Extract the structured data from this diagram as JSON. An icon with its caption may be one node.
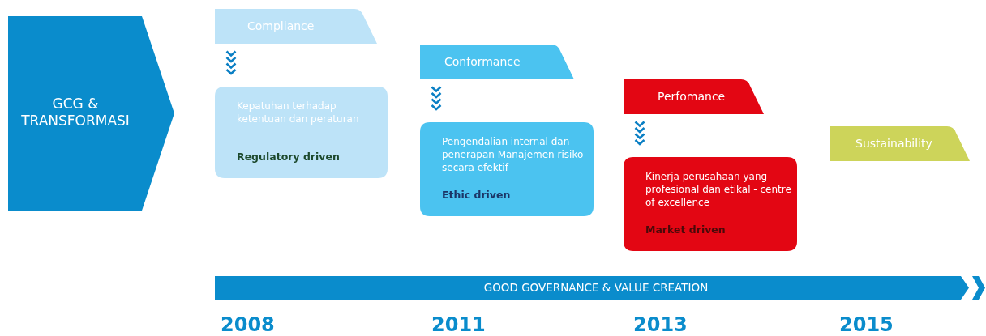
{
  "diagram": {
    "nodes": [
      {
        "text": [
          "GCG & TRANSFORMASI"
        ]
      },
      {
        "text": [
          "Compliance"
        ]
      },
      {
        "text": [
          "Kepatuhan terhadap ketentuan dan peraturan",
          "Regulatory driven"
        ]
      },
      {
        "text": [
          "Conformance"
        ]
      },
      {
        "text": [
          "Pengendalian internal dan penerapan Manajemen risiko secara efektif",
          "Ethic driven"
        ]
      },
      {
        "text": [
          "Perfomance"
        ]
      },
      {
        "text": [
          "Kinerja perusahaan yang profesional dan etikal - centre of excellence",
          "Market driven"
        ]
      },
      {
        "text": [
          "Sustainability"
        ]
      },
      {
        "text": [
          "GOOD GOVERNANCE & VALUE CREATION"
        ]
      }
    ],
    "edges": [
      {
        "from": 1,
        "to": 2,
        "arrow": "to"
      },
      {
        "from": 3,
        "to": 4,
        "arrow": "to"
      },
      {
        "from": 5,
        "to": 6,
        "arrow": "to"
      }
    ],
    "labels": [
      "2008",
      "2011",
      "2013",
      "2015"
    ]
  }
}
